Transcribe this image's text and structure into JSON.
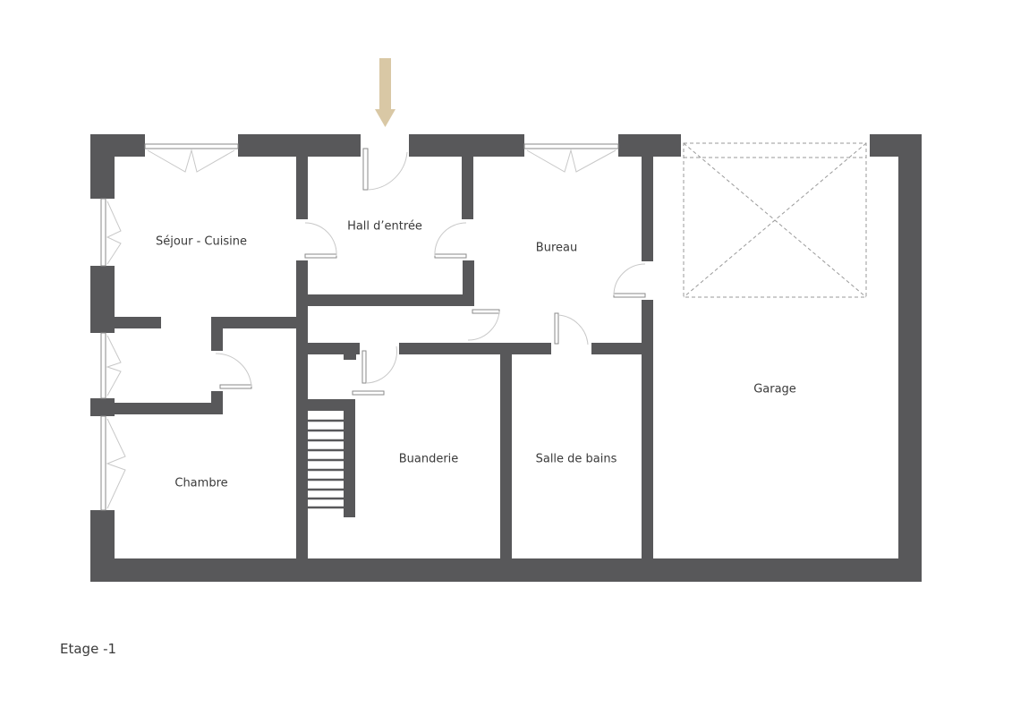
{
  "plan": {
    "title": "Etage -1",
    "wall_color": "#58585a",
    "entrance_arrow_color": "#d9c8a5",
    "rooms": [
      {
        "id": "sejour",
        "label": "Séjour - Cuisine"
      },
      {
        "id": "hall",
        "label": "Hall d’entrée"
      },
      {
        "id": "bureau",
        "label": "Bureau"
      },
      {
        "id": "garage",
        "label": "Garage"
      },
      {
        "id": "chambre",
        "label": "Chambre"
      },
      {
        "id": "buanderie",
        "label": "Buanderie"
      },
      {
        "id": "sdb",
        "label": "Salle de bains"
      }
    ]
  }
}
